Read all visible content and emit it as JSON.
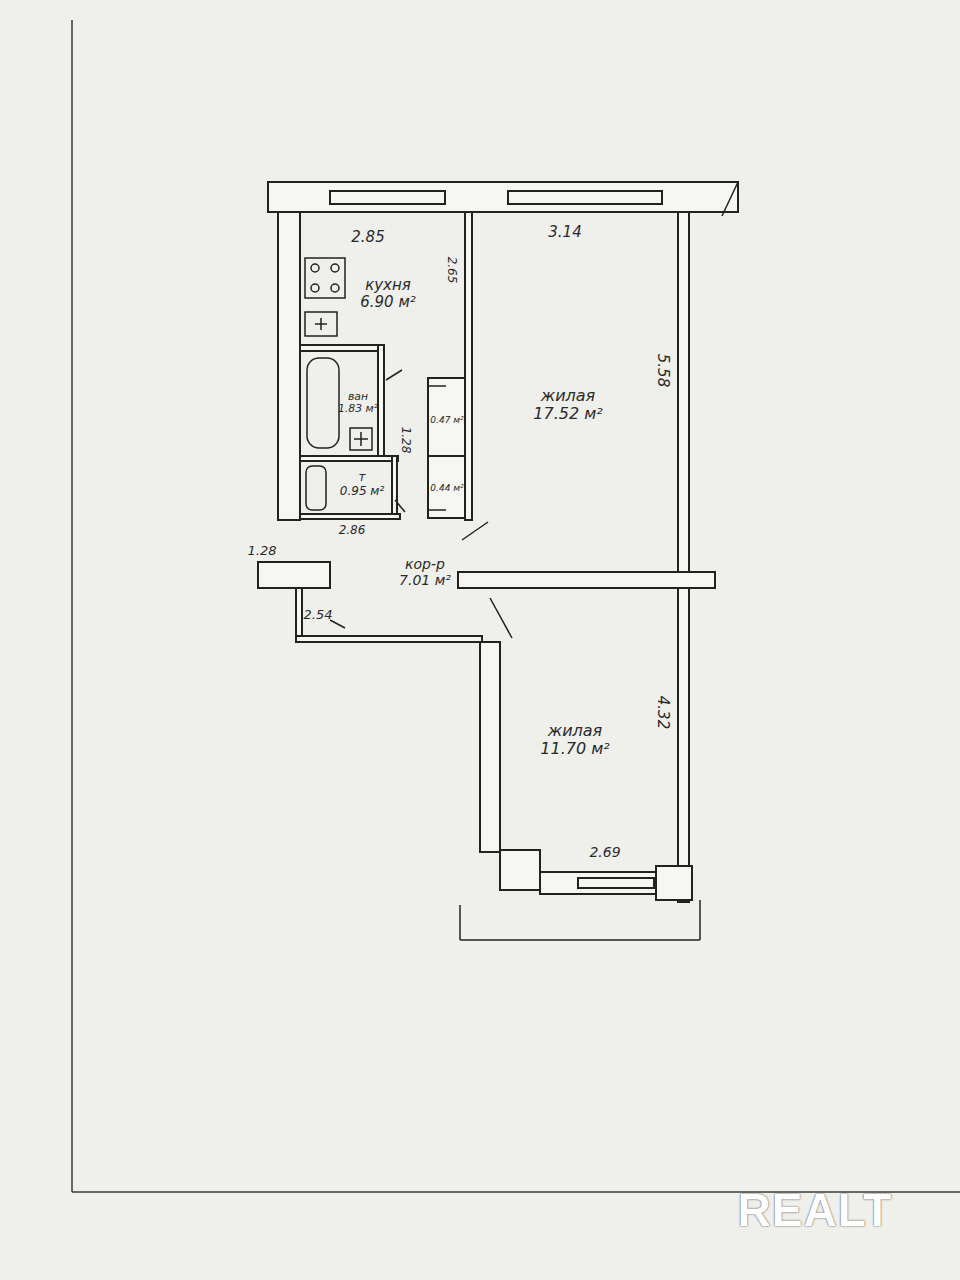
{
  "diagram": {
    "nodes": [
      {
        "text": [
          "кухня",
          "6.90 м²"
        ]
      },
      {
        "text": [
          "ван",
          "1.83 м²"
        ]
      },
      {
        "text": [
          "0.47 м²"
        ]
      },
      {
        "text": [
          "жилая",
          "17.52 м²"
        ]
      },
      {
        "text": [
          "т",
          "0.95 м²"
        ]
      },
      {
        "text": [
          "0.44 м²"
        ]
      },
      {
        "text": [
          "кор-р",
          "7.01 м²"
        ]
      },
      {
        "text": [
          "жилая",
          "11.70 м²"
        ]
      }
    ],
    "labels": [
      "2.85",
      "2.65",
      "3.14",
      "5.58",
      "1.28",
      "2.86",
      "1.28",
      "2.54",
      "4.32",
      "2.69",
      "REALT"
    ]
  }
}
